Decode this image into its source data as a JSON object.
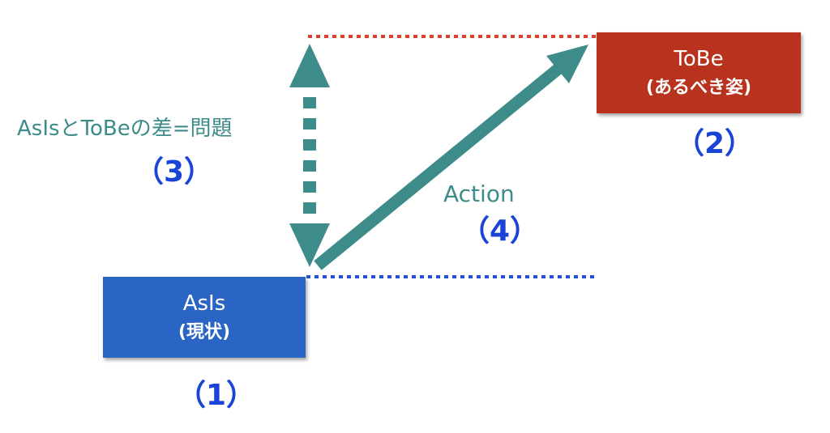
{
  "colors": {
    "teal": "#3d8c8a",
    "blue_text": "#1a44d6",
    "asis_fill": "#2a64c4",
    "tobe_fill": "#b8321e",
    "red_dotted": "#e0402a",
    "blue_dotted": "#2450d6"
  },
  "asis_box": {
    "title": "AsIs",
    "subtitle": "(現状)"
  },
  "tobe_box": {
    "title": "ToBe",
    "subtitle": "(あるべき姿)"
  },
  "labels": {
    "n1": "（1）",
    "n2": "（2）",
    "n3": "（3）",
    "n4": "（4）",
    "problem": "AsIsとToBeの差=問題",
    "action": "Action"
  },
  "icons": {
    "vertical_arrow": "double-headed-dashed-arrow-icon",
    "diagonal_arrow": "diagonal-arrow-icon"
  }
}
